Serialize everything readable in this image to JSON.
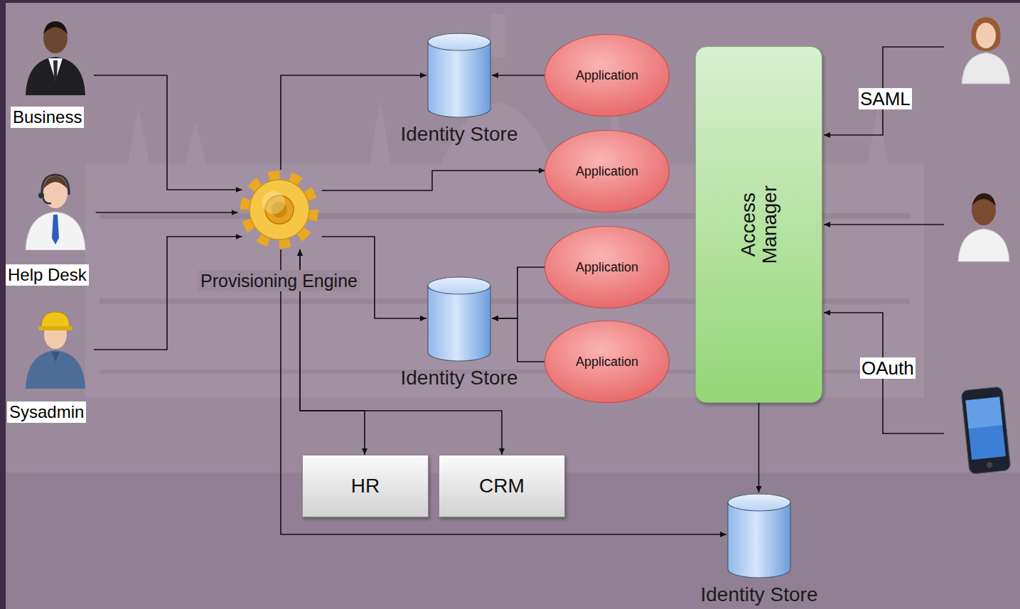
{
  "diagram": {
    "nodes": [
      {
        "text": [
          "Business"
        ]
      },
      {
        "text": [
          "Identity Store"
        ]
      },
      {
        "text": [
          "Application"
        ]
      },
      {
        "text": [
          "Access Manager"
        ]
      },
      {
        "text": [
          "Application"
        ]
      },
      {
        "text": [
          "Help Desk"
        ]
      },
      {
        "text": [
          "Provisioning Engine"
        ]
      },
      {
        "text": [
          "Application"
        ]
      },
      {
        "text": [
          "Identity Store"
        ]
      },
      {
        "text": [
          "Sysadmin"
        ]
      },
      {
        "text": [
          "Application"
        ]
      },
      {
        "text": [
          "HR"
        ]
      },
      {
        "text": [
          "CRM"
        ]
      },
      {
        "text": [
          "Identity Store"
        ]
      }
    ],
    "edges": [
      {
        "from": 0,
        "to": 6,
        "arrow": "to"
      },
      {
        "from": 5,
        "to": 6,
        "arrow": "to"
      },
      {
        "from": 9,
        "to": 6,
        "arrow": "to"
      },
      {
        "from": 6,
        "to": 1,
        "arrow": "to"
      },
      {
        "from": 2,
        "to": 1,
        "arrow": "to"
      },
      {
        "from": 6,
        "to": 4,
        "arrow": "to"
      },
      {
        "from": 6,
        "to": 8,
        "arrow": "to"
      },
      {
        "from": 7,
        "to": 8,
        "arrow": "to"
      },
      {
        "from": 10,
        "to": 8,
        "arrow": "to"
      },
      {
        "from": 6,
        "to": 11,
        "arrow": "both"
      },
      {
        "from": 6,
        "to": 12,
        "arrow": "both"
      },
      {
        "from": 6,
        "to": 13,
        "arrow": "to"
      },
      {
        "from": 3,
        "to": 13,
        "arrow": "to"
      }
    ],
    "labels": [
      "SAML",
      "OAuth"
    ]
  }
}
